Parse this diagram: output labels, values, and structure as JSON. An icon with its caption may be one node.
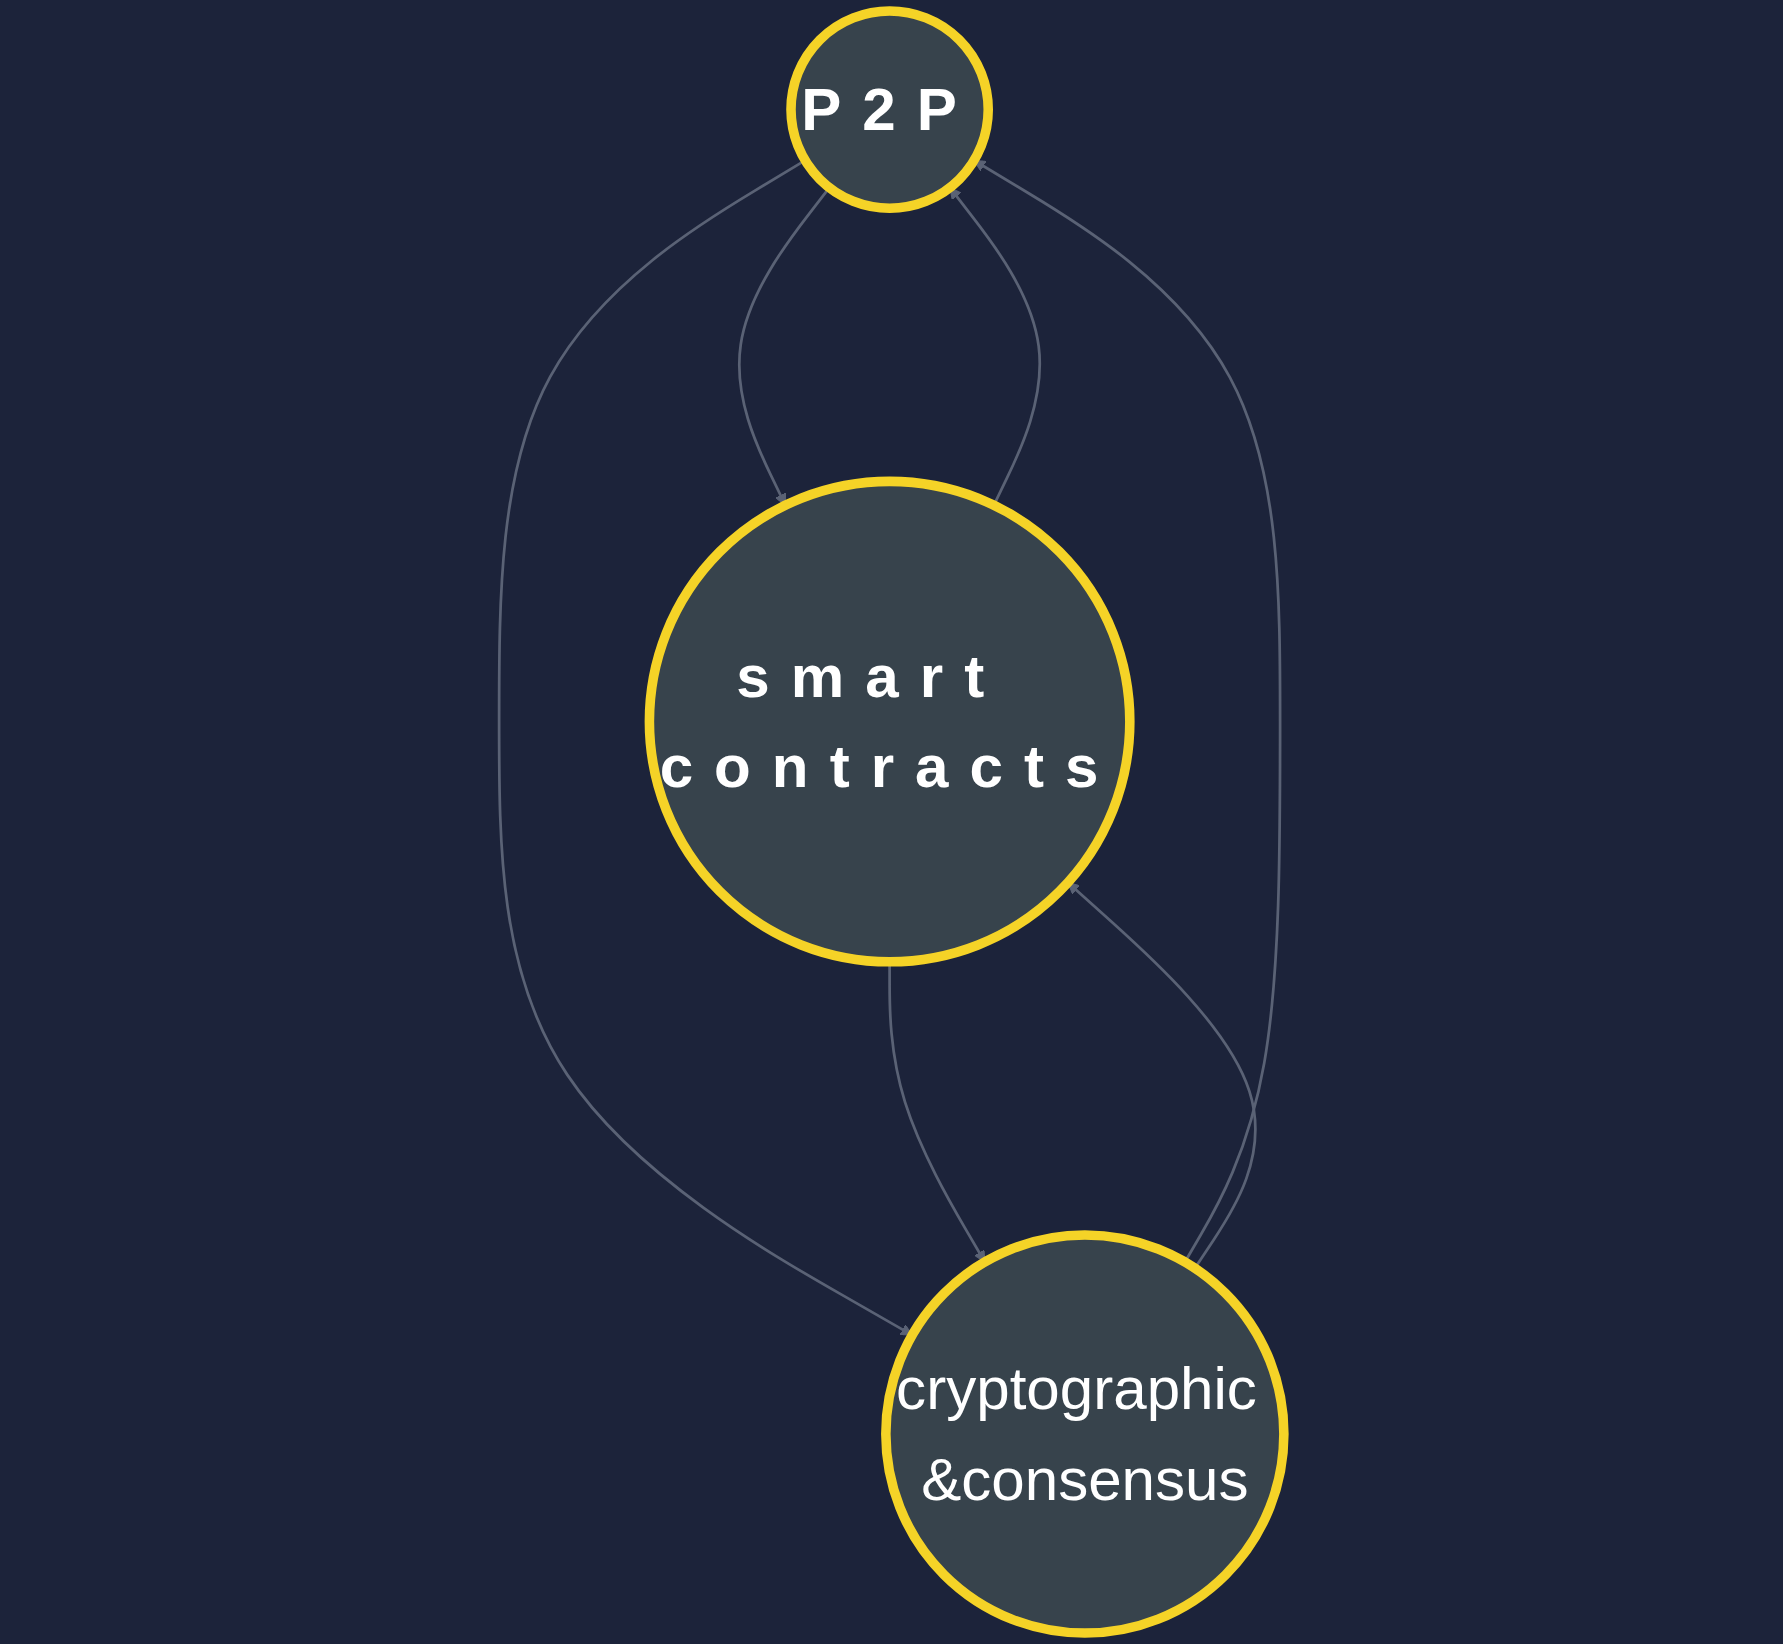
{
  "diagram": {
    "nodes": [
      {
        "text": [
          "P2P"
        ]
      },
      {
        "text": [
          "cryptographic &consensus"
        ]
      },
      {
        "text": [
          "smart contracts"
        ]
      }
    ],
    "edges": [
      {
        "from": 0,
        "to": 2,
        "arrow": "to"
      },
      {
        "from": 2,
        "to": 0,
        "arrow": "to"
      },
      {
        "from": 0,
        "to": 1,
        "arrow": "to"
      },
      {
        "from": 1,
        "to": 0,
        "arrow": "to"
      },
      {
        "from": 1,
        "to": 2,
        "arrow": "to"
      },
      {
        "from": 2,
        "to": 1,
        "arrow": "to"
      }
    ]
  }
}
